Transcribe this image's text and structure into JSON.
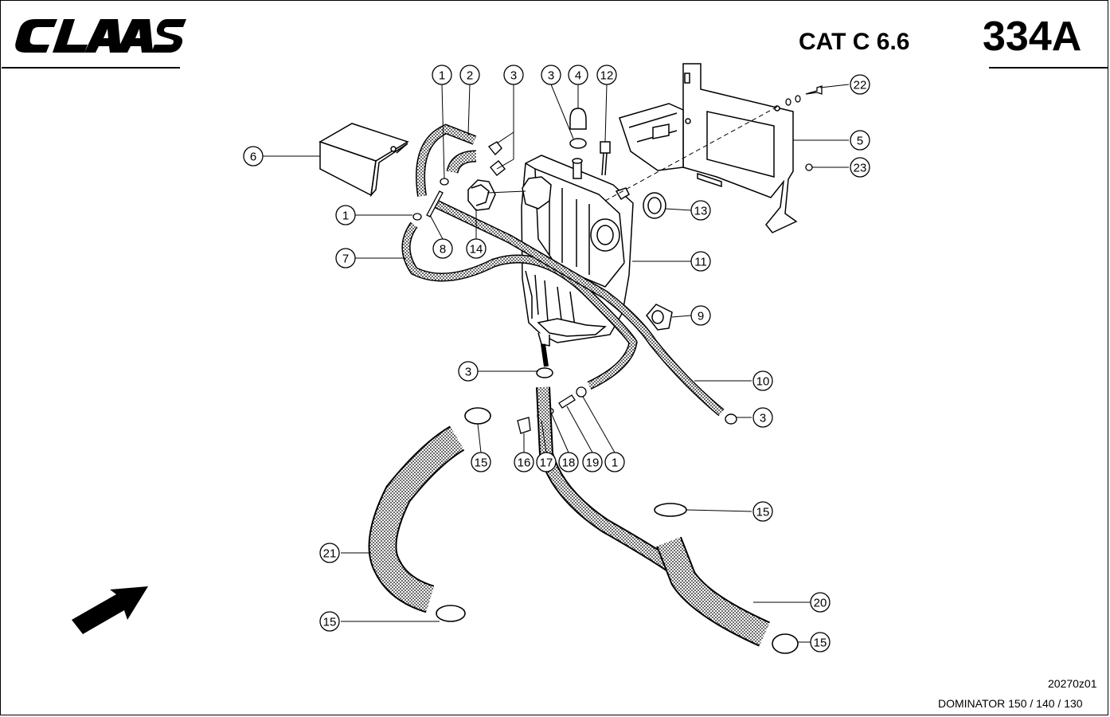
{
  "header": {
    "brand": "CLAAS",
    "model": "CAT C 6.6",
    "page_number": "334A"
  },
  "footer": {
    "drawing_code": "20270z01",
    "machine": "DOMINATOR 150 / 140 / 130"
  },
  "callouts": [
    "1",
    "2",
    "3",
    "3",
    "4",
    "12",
    "22",
    "5",
    "23",
    "6",
    "1",
    "8",
    "14",
    "13",
    "7",
    "11",
    "9",
    "3",
    "10",
    "3",
    "15",
    "16",
    "17",
    "18",
    "19",
    "1",
    "15",
    "21",
    "20",
    "15",
    "15"
  ]
}
